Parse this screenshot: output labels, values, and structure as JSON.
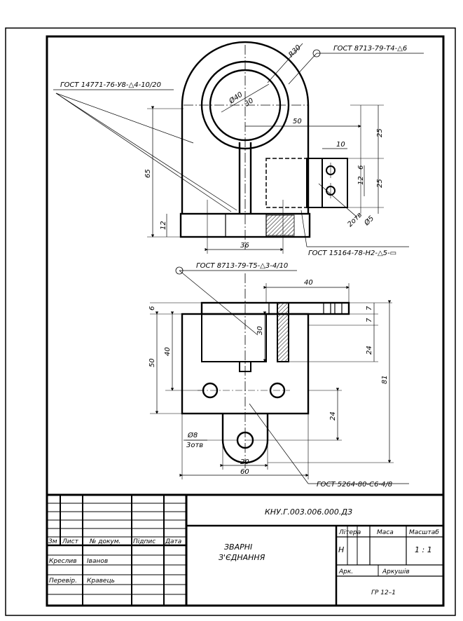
{
  "drawing": {
    "dimensions": {
      "r30": "R30",
      "d40": "Ø40",
      "d30": "30",
      "d50": "50",
      "d25a": "25",
      "d10": "10",
      "d6": "6",
      "d12a": "12",
      "d25b": "25",
      "d65": "65",
      "d12b": "12",
      "d36": "36",
      "hole_d5": "Ø5",
      "hole_count_top": "2отв",
      "d40top": "40",
      "d6side": "6",
      "d40side": "40",
      "d50side": "50",
      "d7a": "7",
      "d7b": "7",
      "d24a": "24",
      "d81": "81",
      "d24b": "24",
      "hole_d8": "Ø8",
      "hole_count_bottom": "3отв",
      "d20": "20",
      "d60": "60"
    },
    "notes": {
      "gost_t4": "ГОСТ 8713-79-Т4-△6",
      "gost_u8": "ГОСТ 14771-76-У8-△4-10/20",
      "gost_h2": "ГОСТ 15164-78-Н2-△5-▭",
      "gost_t5": "ГОСТ 8713-79-Т5-△3-4/10",
      "gost_c6": "ГОСТ 5264-80-С6-4/8"
    }
  },
  "title_block": {
    "doc_code": "КНУ.Г.003.006.000.ДЗ",
    "title_line1": "ЗВАРНІ",
    "title_line2": "З'ЄДНАННЯ",
    "col_zm": "Зм",
    "col_list": "Лист",
    "col_doc": "№ докум.",
    "col_sign": "Підпис",
    "col_date": "Дата",
    "row_drawn_label": "Креслив",
    "row_drawn_name": "Іванов",
    "row_checked_label": "Перевір.",
    "row_checked_name": "Кравець",
    "litera_label": "Літера",
    "mass_label": "Маса",
    "scale_label": "Масштаб",
    "litera_value": "Н",
    "scale_value": "1 : 1",
    "sheet_label": "Арк.",
    "sheets_label": "Аркушів",
    "group": "ГР  12–1"
  }
}
